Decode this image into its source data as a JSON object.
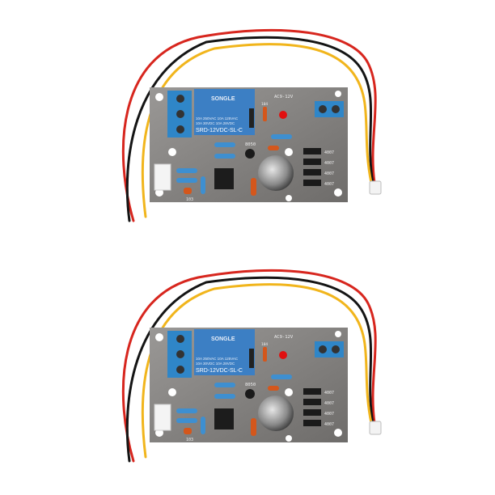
{
  "product": {
    "board_count": 2,
    "relay": {
      "brand": "SONGLE",
      "rating_line1": "10A 250VAC  10A 125VAC",
      "rating_line2": "10A  30VDC  10A  28VDC",
      "model": "SRD-12VDC-SL-C"
    },
    "labels": {
      "supply": "AC9-12V",
      "transistor": "8050",
      "diode": "4007",
      "capacitor_code": "103",
      "cap_small": "104"
    },
    "colors": {
      "pcb": "#8a8886",
      "relay": "#3c7fc4",
      "terminal": "#2f86c8",
      "wire_red": "#d7261e",
      "wire_black": "#141414",
      "wire_yellow": "#f1b51c"
    }
  }
}
